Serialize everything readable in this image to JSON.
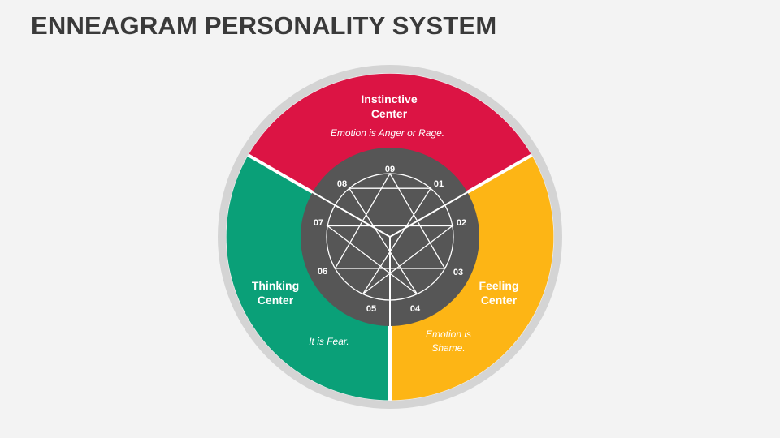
{
  "title": "ENNEAGRAM PERSONALITY SYSTEM",
  "colors": {
    "background": "#f3f3f3",
    "ring": "#d4d4d4",
    "instinctive": "#dc1444",
    "feeling": "#fdb515",
    "thinking": "#0aa078",
    "hub": "#565656"
  },
  "segments": {
    "instinctive": {
      "title_lines": [
        "Instinctive",
        "Center"
      ],
      "note_lines": [
        "Emotion is Anger or Rage."
      ]
    },
    "feeling": {
      "title_lines": [
        "Feeling",
        "Center"
      ],
      "note_lines": [
        "Emotion is",
        "Shame."
      ]
    },
    "thinking": {
      "title_lines": [
        "Thinking",
        "Center"
      ],
      "note_lines": [
        "It is Fear."
      ]
    }
  },
  "enneagram_points": [
    "09",
    "01",
    "02",
    "03",
    "04",
    "05",
    "06",
    "07",
    "08"
  ]
}
